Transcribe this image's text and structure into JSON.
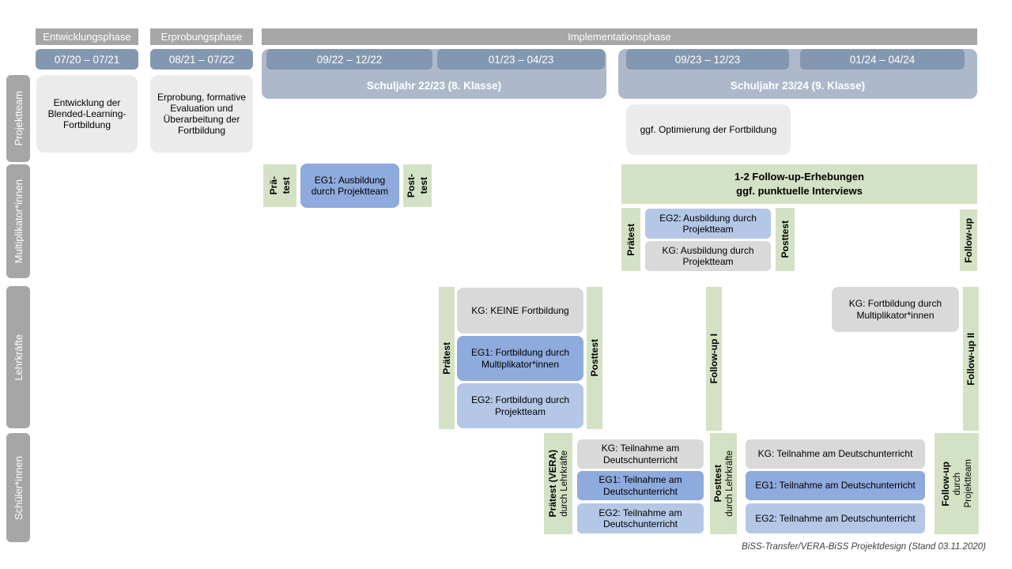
{
  "header": {
    "phases": [
      {
        "label": "Entwicklungsphase"
      },
      {
        "label": "Erprobungsphase"
      },
      {
        "label": "Implementationsphase"
      }
    ],
    "date_ranges": [
      "07/20 – 07/21",
      "08/21 – 07/22",
      "09/22 – 12/22",
      "01/23 – 04/23",
      "09/23 – 12/23",
      "01/24 – 04/24"
    ],
    "school_years": [
      "Schuljahr 22/23 (8. Klasse)",
      "Schuljahr 23/24 (9. Klasse)"
    ]
  },
  "sidebar": {
    "rows": [
      "Projektteam",
      "Multiplikator*innen",
      "Lehrkräfte",
      "Schüler*innen"
    ]
  },
  "projektteam": {
    "entwicklung": "Entwicklung der Blended-Learning-Fortbildung",
    "erprobung": "Erprobung, formative Evaluation und Überarbeitung der Fortbildung",
    "optimierung": "ggf. Optimierung der Fortbildung"
  },
  "multiplikator": {
    "praetest1": [
      "Prä-",
      "test"
    ],
    "eg1": "EG1: Ausbildung durch Projektteam",
    "posttest1": [
      "Post-",
      "test"
    ],
    "followup_box": [
      "1-2 Follow-up-Erhebungen",
      "ggf. punktuelle Interviews"
    ],
    "praetest2": "Prätest",
    "eg2": "EG2: Ausbildung durch Projektteam",
    "kg": "KG: Ausbildung durch Projektteam",
    "posttest2": "Posttest",
    "followup": "Follow-up"
  },
  "lehrkraefte": {
    "praetest": "Prätest",
    "kg": "KG: KEINE Fortbildung",
    "eg1": "EG1: Fortbildung durch Multiplikator*innen",
    "eg2": "EG2: Fortbildung durch Projektteam",
    "posttest": "Posttest",
    "followup1": "Follow-up I",
    "kg2": "KG: Fortbildung durch Multiplikator*innen",
    "followup2": "Follow-up II"
  },
  "schueler": {
    "praetest": [
      "Prätest (VERA)",
      "durch  Lehrkräfte"
    ],
    "kg1": "KG: Teilnahme am Deutschunterricht",
    "eg1a": "EG1: Teilnahme am Deutschunterricht",
    "eg2a": "EG2: Teilnahme am Deutschunterricht",
    "posttest": [
      "Posttest",
      "durch  Lehrkräfte"
    ],
    "kg2": "KG: Teilnahme am Deutschunterricht",
    "eg1b": "EG1: Teilnahme am Deutschunterricht",
    "eg2b": "EG2: Teilnahme am Deutschunterricht",
    "followup": [
      "Follow-up",
      "durch",
      "Projektteam"
    ]
  },
  "caption": "BiSS-Transfer/VERA-BiSS Projektdesign (Stand 03.11.2020)",
  "colors": {
    "phase_gray": "#a6a6a6",
    "date_blue": "#8497b0",
    "year_blue": "#adb9cb",
    "green": "#d3e2c4",
    "eg1_blue": "#8faadc",
    "eg2_blue": "#b4c7e7",
    "kg_gray": "#d9d9d9",
    "team_gray": "#ebebeb"
  }
}
